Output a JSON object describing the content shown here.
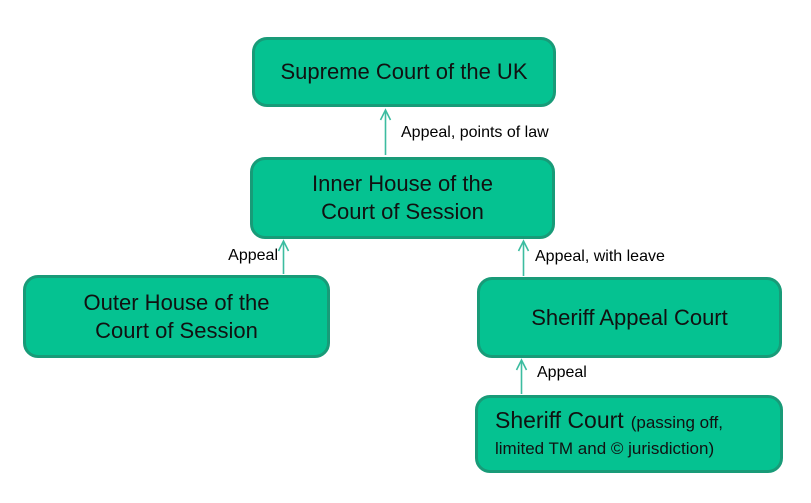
{
  "diagram": {
    "description": "Court hierarchy flowchart",
    "colors": {
      "box_fill": "#05C291",
      "box_border": "#189B78",
      "arrow": "#3CBCA0",
      "text": "#111111",
      "background": "#FFFFFF"
    },
    "nodes": {
      "supreme": {
        "label": "Supreme Court of the UK"
      },
      "inner": {
        "line1": "Inner House of the",
        "line2": "Court of Session"
      },
      "outer": {
        "line1": "Outer House of the",
        "line2": "Court of Session"
      },
      "sheriff_appeal": {
        "label": "Sheriff Appeal Court"
      },
      "sheriff": {
        "title": "Sheriff Court",
        "subtitle_line1": "(passing off,",
        "subtitle_line2": "limited TM and © jurisdiction)"
      }
    },
    "edges": {
      "inner_to_supreme": {
        "label": "Appeal, points of law"
      },
      "outer_to_inner": {
        "label": "Appeal"
      },
      "sheriff_appeal_to_inner": {
        "label": "Appeal, with leave"
      },
      "sheriff_to_sheriff_appeal": {
        "label": "Appeal"
      }
    }
  }
}
